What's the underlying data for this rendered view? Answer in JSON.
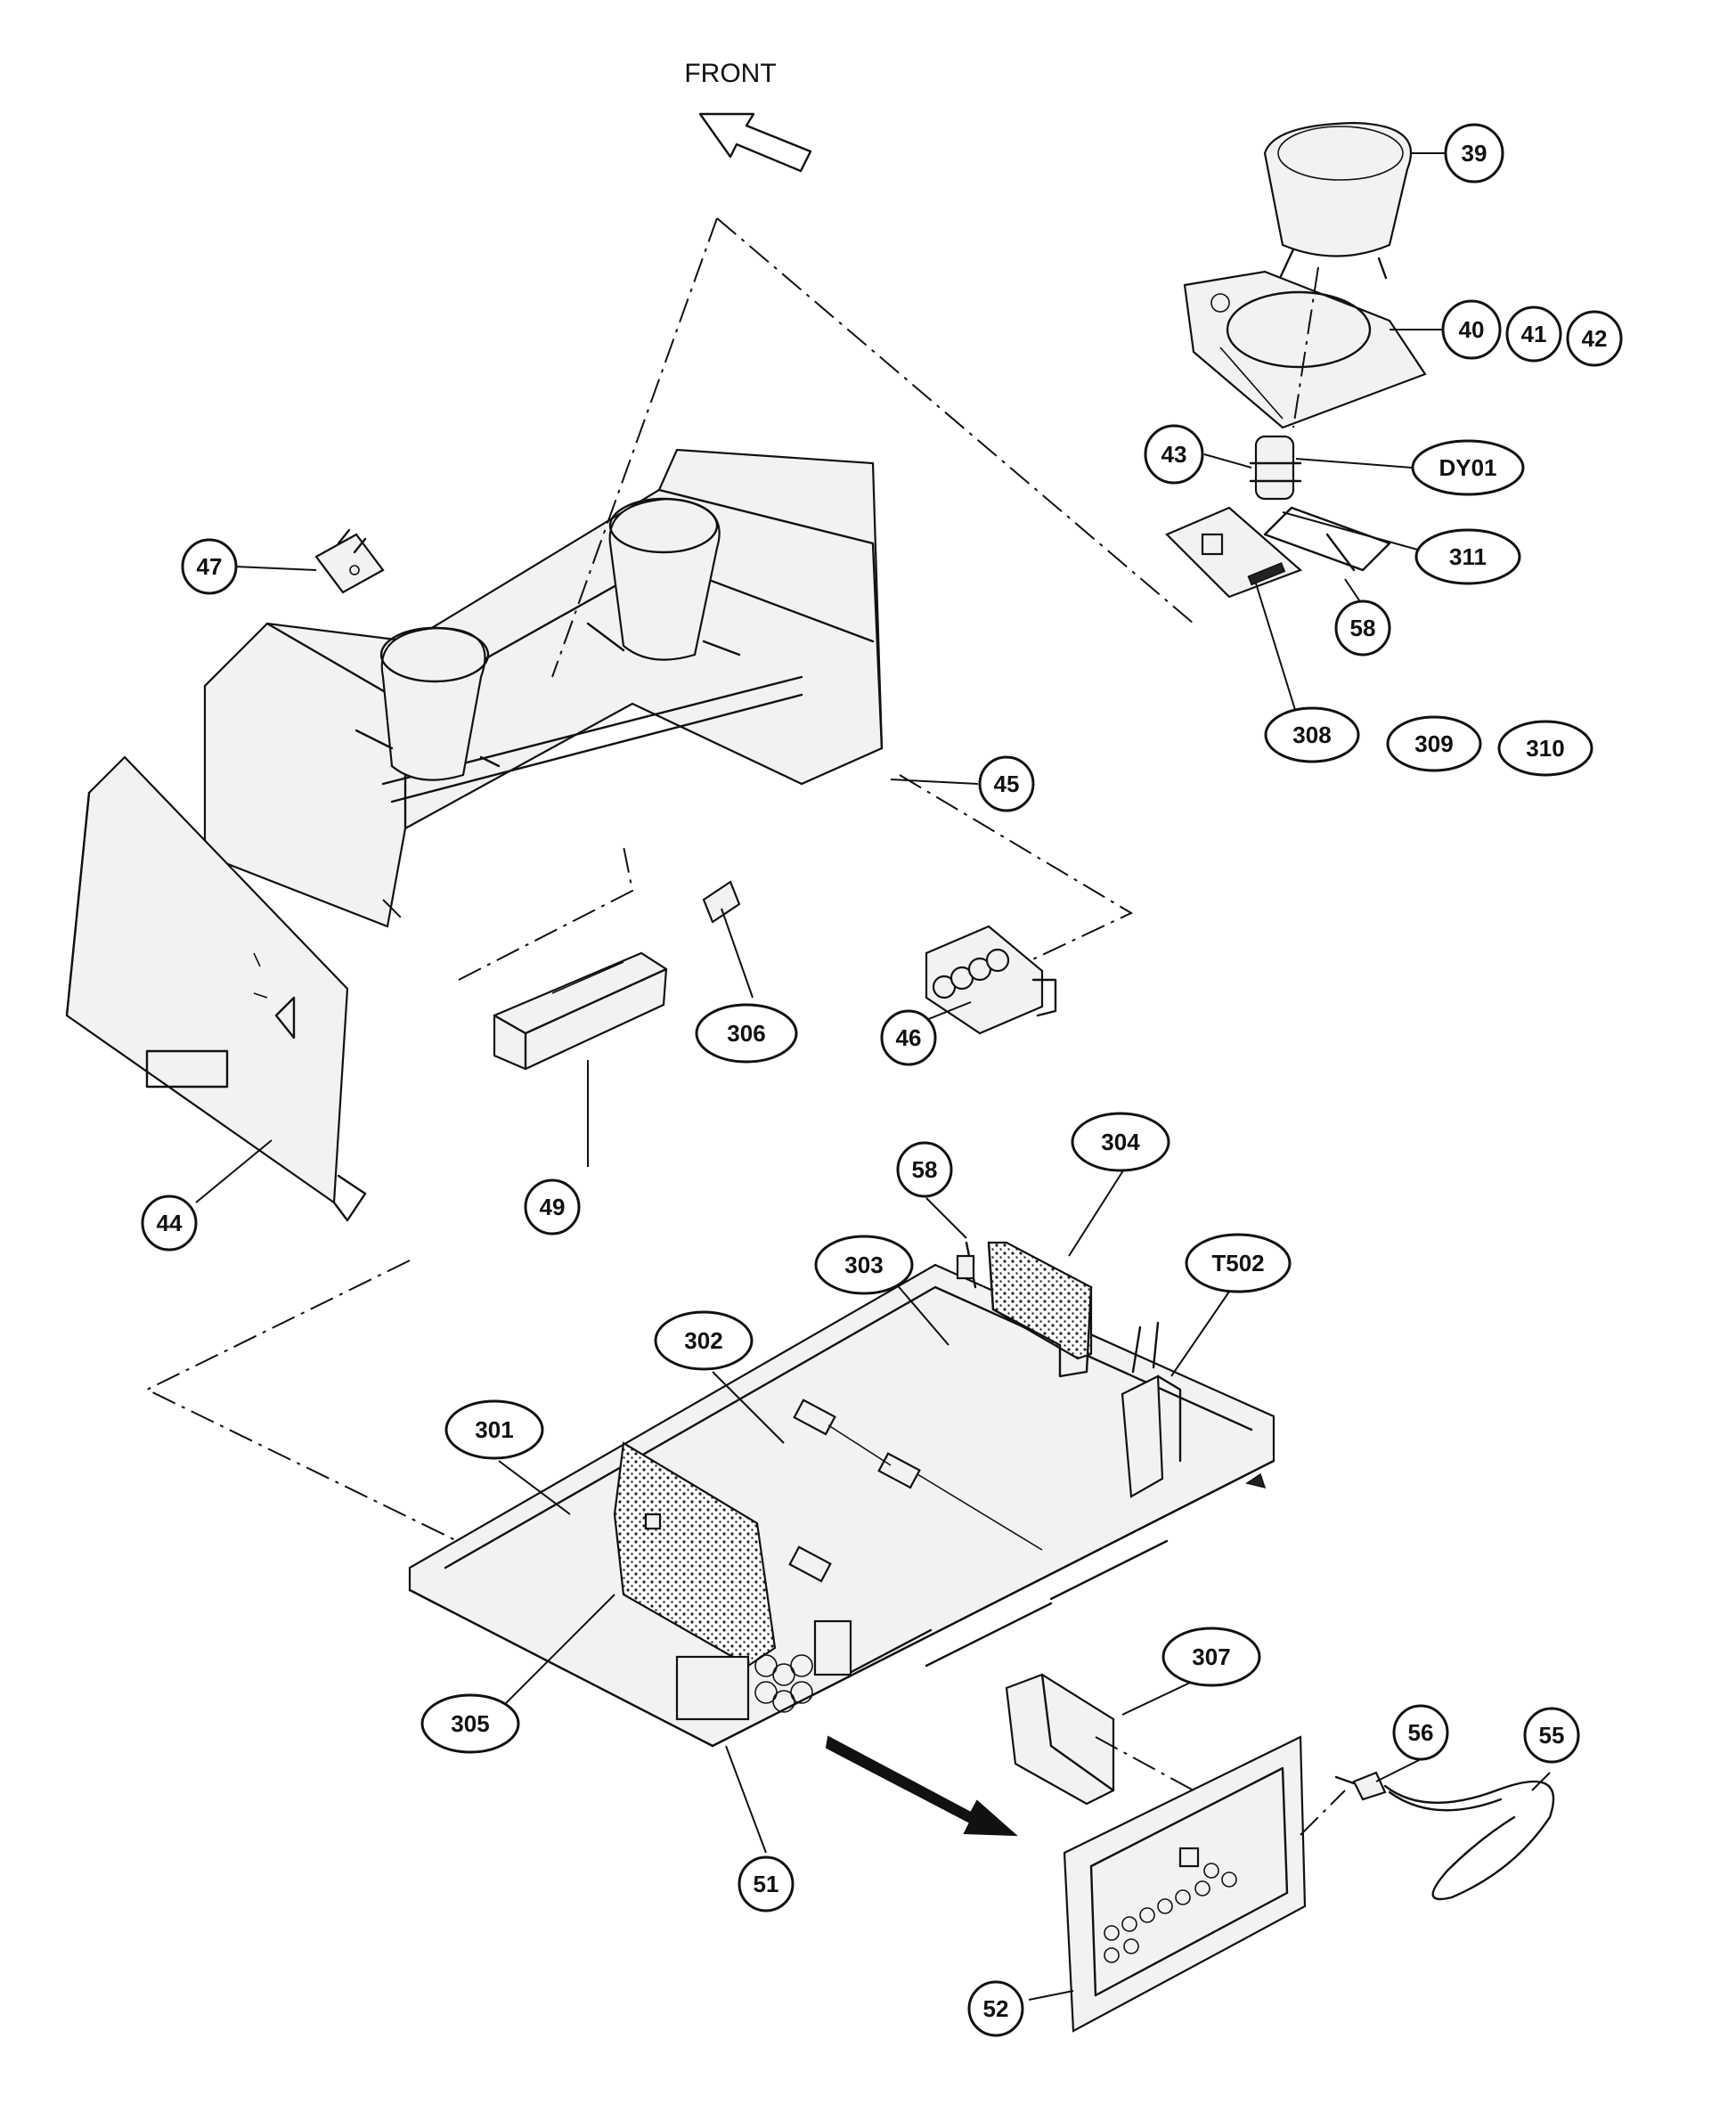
{
  "front_label": "FRONT",
  "callouts": [
    {
      "id": "39"
    },
    {
      "id": "40"
    },
    {
      "id": "41"
    },
    {
      "id": "42"
    },
    {
      "id": "43"
    },
    {
      "id": "DY01"
    },
    {
      "id": "311"
    },
    {
      "id": "58"
    },
    {
      "id": "308"
    },
    {
      "id": "309"
    },
    {
      "id": "310"
    },
    {
      "id": "47"
    },
    {
      "id": "45"
    },
    {
      "id": "306"
    },
    {
      "id": "46"
    },
    {
      "id": "49"
    },
    {
      "id": "44"
    },
    {
      "id": "58"
    },
    {
      "id": "304"
    },
    {
      "id": "303"
    },
    {
      "id": "T502"
    },
    {
      "id": "302"
    },
    {
      "id": "301"
    },
    {
      "id": "307"
    },
    {
      "id": "305"
    },
    {
      "id": "51"
    },
    {
      "id": "56"
    },
    {
      "id": "55"
    },
    {
      "id": "52"
    }
  ]
}
